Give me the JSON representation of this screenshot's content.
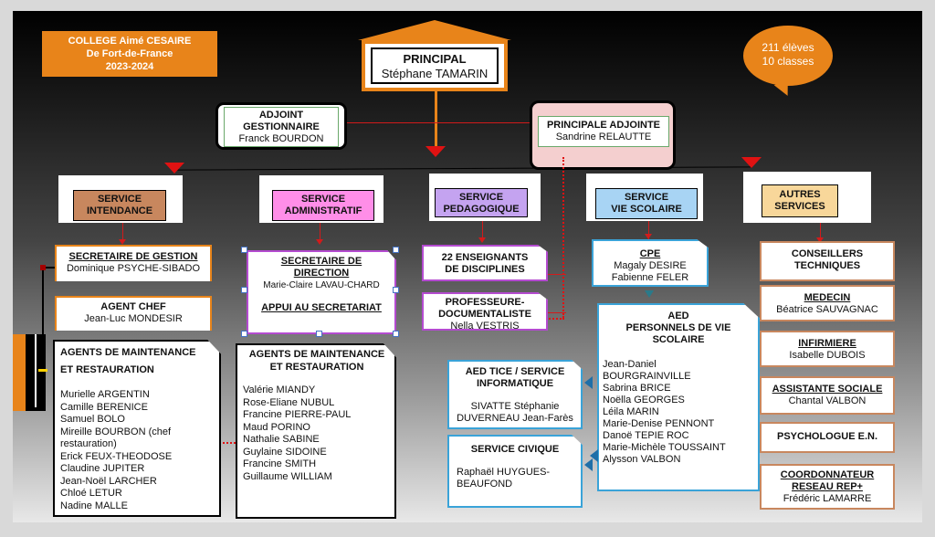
{
  "college": {
    "line1": "COLLEGE Aimé CESAIRE",
    "line2": "De Fort-de-France",
    "line3": "2023-2024"
  },
  "bubble": {
    "line1": "211 élèves",
    "line2": "10 classes"
  },
  "principal": {
    "title": "PRINCIPAL",
    "name": "Stéphane TAMARIN"
  },
  "adjoint_gestionnaire": {
    "title_1": "ADJOINT",
    "title_2": "GESTIONNAIRE",
    "name": "Franck BOURDON"
  },
  "principale_adjointe": {
    "title": "PRINCIPALE ADJOINTE",
    "name": "Sandrine RELAUTTE"
  },
  "services": {
    "intendance": {
      "line1": "SERVICE",
      "line2": "INTENDANCE"
    },
    "administratif": {
      "line1": "SERVICE",
      "line2": "ADMINISTRATIF"
    },
    "pedagogique": {
      "line1": "SERVICE",
      "line2": "PEDAGOGIQUE"
    },
    "vie_scolaire": {
      "line1": "SERVICE",
      "line2": "VIE SCOLAIRE"
    },
    "autres": {
      "line1": "AUTRES",
      "line2": "SERVICES"
    }
  },
  "secretaire_gestion": {
    "title": "SECRETAIRE DE GESTION",
    "name": "Dominique PSYCHE-SIBADO"
  },
  "agent_chef": {
    "title": "AGENT CHEF",
    "name": "Jean-Luc MONDESIR"
  },
  "agents_left": {
    "title_1": "AGENTS DE MAINTENANCE",
    "title_2": "ET RESTAURATION",
    "names": [
      "Murielle ARGENTIN",
      "Camille BERENICE",
      "Samuel BOLO",
      "Mireille BOURBON (chef",
      "restauration)",
      "Erick FEUX-THEODOSE",
      "Claudine JUPITER",
      "Jean-Noël LARCHER",
      "Chloé LETUR",
      "Nadine MALLE"
    ]
  },
  "secretaire_direction": {
    "title_1": "SECRETAIRE DE",
    "title_2": "DIRECTION",
    "name": "Marie-Claire LAVAU-CHARD",
    "extra": "APPUI AU SECRETARIAT"
  },
  "agents_middle": {
    "title_1": "AGENTS DE MAINTENANCE",
    "title_2": "ET RESTAURATION",
    "names": [
      "Valérie MIANDY",
      "Rose-Eliane NUBUL",
      "Francine PIERRE-PAUL",
      "Maud PORINO",
      "Nathalie SABINE",
      "Guylaine SIDOINE",
      "Francine SMITH",
      "Guillaume WILLIAM"
    ]
  },
  "enseignants": {
    "line1": "22 ENSEIGNANTS",
    "line2": "DE DISCIPLINES"
  },
  "documentaliste": {
    "line1": "PROFESSEURE-",
    "line2": "DOCUMENTALISTE",
    "name": "Nella VESTRIS"
  },
  "aed_tice": {
    "line1": "AED TICE / SERVICE",
    "line2": "INFORMATIQUE",
    "name1": "SIVATTE Stéphanie",
    "name2": "DUVERNEAU Jean-Farès"
  },
  "service_civique": {
    "title": "SERVICE CIVIQUE",
    "name1": "Raphaël HUYGUES-",
    "name2": "BEAUFOND"
  },
  "cpe": {
    "title": "CPE",
    "name1": "Magaly DESIRE",
    "name2": "Fabienne FELER"
  },
  "aed": {
    "line1": "AED",
    "line2": "PERSONNELS DE VIE",
    "line3": "SCOLAIRE",
    "names": [
      "Jean-Daniel",
      "BOURGRAINVILLE",
      "Sabrina BRICE",
      "Noëlla GEORGES",
      "Léila MARIN",
      "Marie-Denise PENNONT",
      "Danoë TEPIE ROC",
      "Marie-Michèle TOUSSAINT",
      "Alysson VALBON"
    ]
  },
  "conseillers": {
    "line1": "CONSEILLERS",
    "line2": "TECHNIQUES"
  },
  "medecin": {
    "title": "MEDECIN",
    "name": "Béatrice SAUVAGNAC"
  },
  "infirmiere": {
    "title": "INFIRMIERE",
    "name": "Isabelle DUBOIS"
  },
  "assistante": {
    "title": "ASSISTANTE SOCIALE",
    "name": "Chantal VALBON"
  },
  "psychologue": {
    "title": "PSYCHOLOGUE E.N."
  },
  "coordonnateur": {
    "line1": "COORDONNATEUR",
    "line2": "RESEAU REP+",
    "name": "Frédéric LAMARRE"
  },
  "colors": {
    "orange": "#e8841a",
    "intendance": "#c8875e",
    "administratif": "#ff8ee8",
    "pedagogique": "#c4a3f0",
    "vie_scolaire": "#a8d4f4",
    "autres": "#f8d79a",
    "red": "#e01212"
  }
}
